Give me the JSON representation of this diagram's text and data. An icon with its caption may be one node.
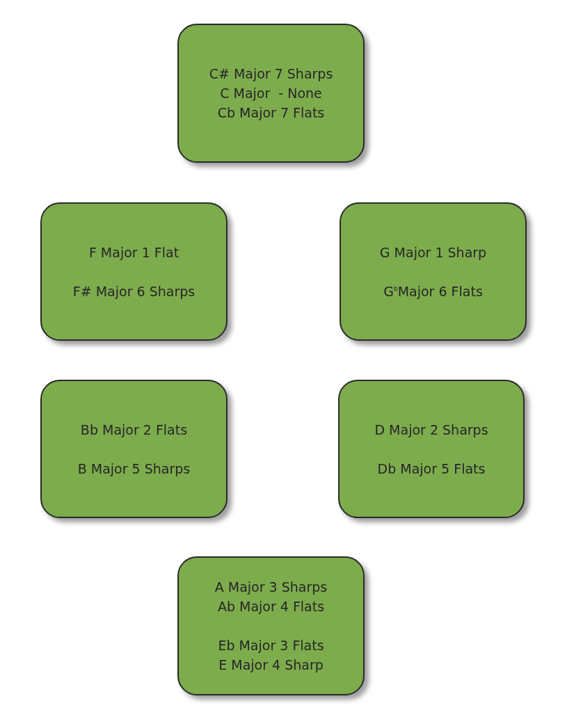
{
  "diagram": {
    "nodes": [
      {
        "text": [
          "C# Major 7 Sharps",
          "C Major  - None",
          "Cb Major 7 Flats"
        ]
      },
      {
        "text": [
          "F Major 1 Flat",
          "F# Major 6 Sharps"
        ]
      },
      {
        "text": [
          "G Major 1 Sharp",
          "G$^{b}$Major 6 Flats"
        ]
      },
      {
        "text": [
          "Bb Major 2 Flats",
          "B Major 5 Sharps"
        ]
      },
      {
        "text": [
          "D Major 2 Sharps",
          "Db Major 5 Flats"
        ]
      },
      {
        "text": [
          "A Major 3 Sharps",
          "Ab Major 4 Flats",
          "Eb Major 3 Flats",
          "E Major 4 Sharp"
        ]
      }
    ]
  }
}
